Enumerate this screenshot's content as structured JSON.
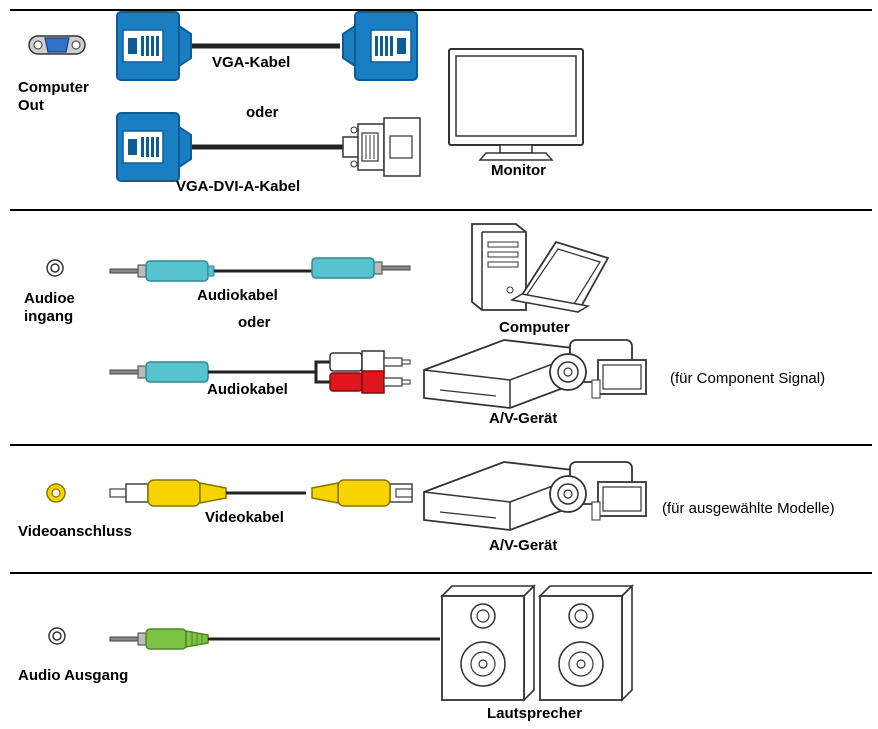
{
  "colors": {
    "vga_blue": "#1a7fc2",
    "vga_blue_dark": "#0d5c97",
    "audio_teal": "#56c3cf",
    "audio_green": "#7cc245",
    "video_yellow": "#f5d400",
    "rca_red": "#e0161e",
    "rca_white": "#ffffff",
    "metal": "#c0c0c0",
    "cable": "#222222"
  },
  "sections": [
    {
      "id": "vga",
      "port_icon": "vga-port-icon",
      "port_label": "Computer\nOut",
      "cable_labels": [
        "VGA-Kabel",
        "VGA-DVI-A-Kabel"
      ],
      "or_label": "oder",
      "device_label": "Monitor",
      "device_icon": "monitor-icon"
    },
    {
      "id": "audio_in",
      "port_icon": "audio-jack-icon",
      "port_label": "Audioe\ningang",
      "cable_labels": [
        "Audiokabel",
        "Audiokabel"
      ],
      "or_label": "oder",
      "device_labels": [
        "Computer",
        "A/V-Gerät"
      ],
      "device_icons": [
        "computer-icon",
        "av-device-icon"
      ],
      "note": "(für Component Signal)"
    },
    {
      "id": "video",
      "port_icon": "video-port-icon",
      "port_label": "Videoanschluss",
      "cable_label": "Videokabel",
      "device_label": "A/V-Gerät",
      "device_icon": "av-device-icon",
      "note": "(für ausgewählte Modelle)"
    },
    {
      "id": "audio_out",
      "port_icon": "audio-jack-icon",
      "port_label": "Audio Ausgang",
      "device_label": "Lautsprecher",
      "device_icon": "speakers-icon"
    }
  ]
}
